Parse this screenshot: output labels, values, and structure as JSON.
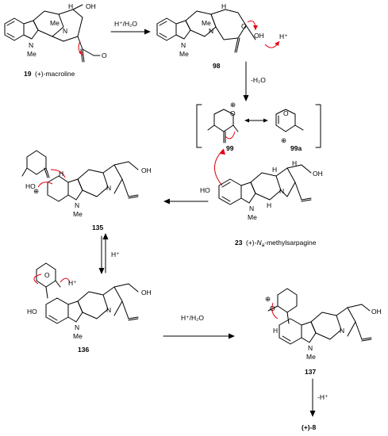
{
  "compounds": {
    "c19": {
      "number": "19",
      "name": "(+)-macroline"
    },
    "c98": {
      "number": "98"
    },
    "c99": {
      "number": "99"
    },
    "c99a": {
      "number": "99a"
    },
    "c23": {
      "number": "23",
      "name_prefix": "(+)-",
      "name_italic": "N",
      "name_sub": "a",
      "name_suffix": "-methylsarpagine"
    },
    "c135": {
      "number": "135"
    },
    "c136": {
      "number": "136"
    },
    "c137": {
      "number": "137"
    },
    "product": {
      "label": "(+)-8"
    }
  },
  "conditions": {
    "step1": "H⁺/H₂O",
    "step2": "-H₂O",
    "step3": "H⁺",
    "step4": "H⁺/H₂O",
    "step5": "-H⁺"
  },
  "atoms": {
    "N": "N",
    "Me": "Me",
    "H": "H",
    "OH": "OH",
    "HO": "HO",
    "O": "O",
    "plus": "⊕",
    "Hplus": "H⁺"
  },
  "colors": {
    "bonds": "#000000",
    "arrows": "#e3000f"
  }
}
